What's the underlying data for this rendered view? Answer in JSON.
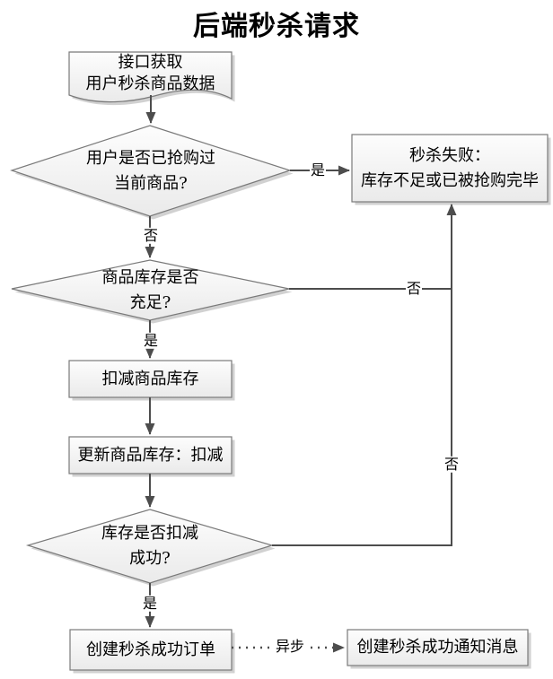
{
  "title": "后端秒杀请求",
  "colors": {
    "background": "#ffffff",
    "line": "#4d4d4d",
    "shape_border": "#7a7a7a",
    "shape_fill_top": "#fdfdfd",
    "shape_fill_bottom": "#eaeaea",
    "shape_shadow": "#c9c9c9",
    "text": "#000000"
  },
  "nodes": {
    "start": {
      "line1": "接口获取",
      "line2": "用户秒杀商品数据"
    },
    "check_user_purchased": {
      "line1": "用户是否已抢购过",
      "line2": "当前商品?"
    },
    "seckill_fail": {
      "line1": "秒杀失败：",
      "line2": "库存不足或已被抢购完毕"
    },
    "check_stock_enough": {
      "line1": "商品库存是否",
      "line2": "充足?"
    },
    "deduct_stock": {
      "label": "扣减商品库存"
    },
    "update_stock": {
      "label": "更新商品库存：扣减"
    },
    "check_deduct_success": {
      "line1": "库存是否扣减",
      "line2": "成功?"
    },
    "create_order": {
      "label": "创建秒杀成功订单"
    },
    "create_notify": {
      "label": "创建秒杀成功通知消息"
    }
  },
  "edge_labels": {
    "purchased_yes": "是",
    "purchased_no": "否",
    "stock_no": "否",
    "stock_yes": "是",
    "deduct_no": "否",
    "deduct_yes": "是",
    "async": "异步"
  }
}
